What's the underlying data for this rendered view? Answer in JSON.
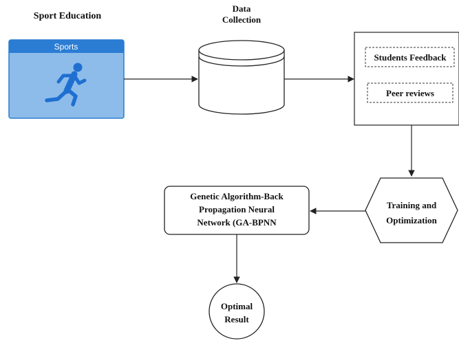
{
  "diagram": {
    "sport_education_title": "Sport Education",
    "sports_card": {
      "label": "Sports",
      "icon": "running-person-icon",
      "header_color": "#2b7cd3",
      "body_color": "#8dbcea"
    },
    "data_collection_title": [
      "Data",
      "Collection"
    ],
    "sources": {
      "students_feedback": "Students Feedback",
      "peer_reviews": "Peer reviews"
    },
    "training_node": [
      "Training and",
      "Optimization"
    ],
    "model_node": [
      "Genetic Algorithm-Back",
      "Propagation Neural",
      "Network (GA-BPNN"
    ],
    "result_node": [
      "Optimal",
      "Result"
    ]
  }
}
